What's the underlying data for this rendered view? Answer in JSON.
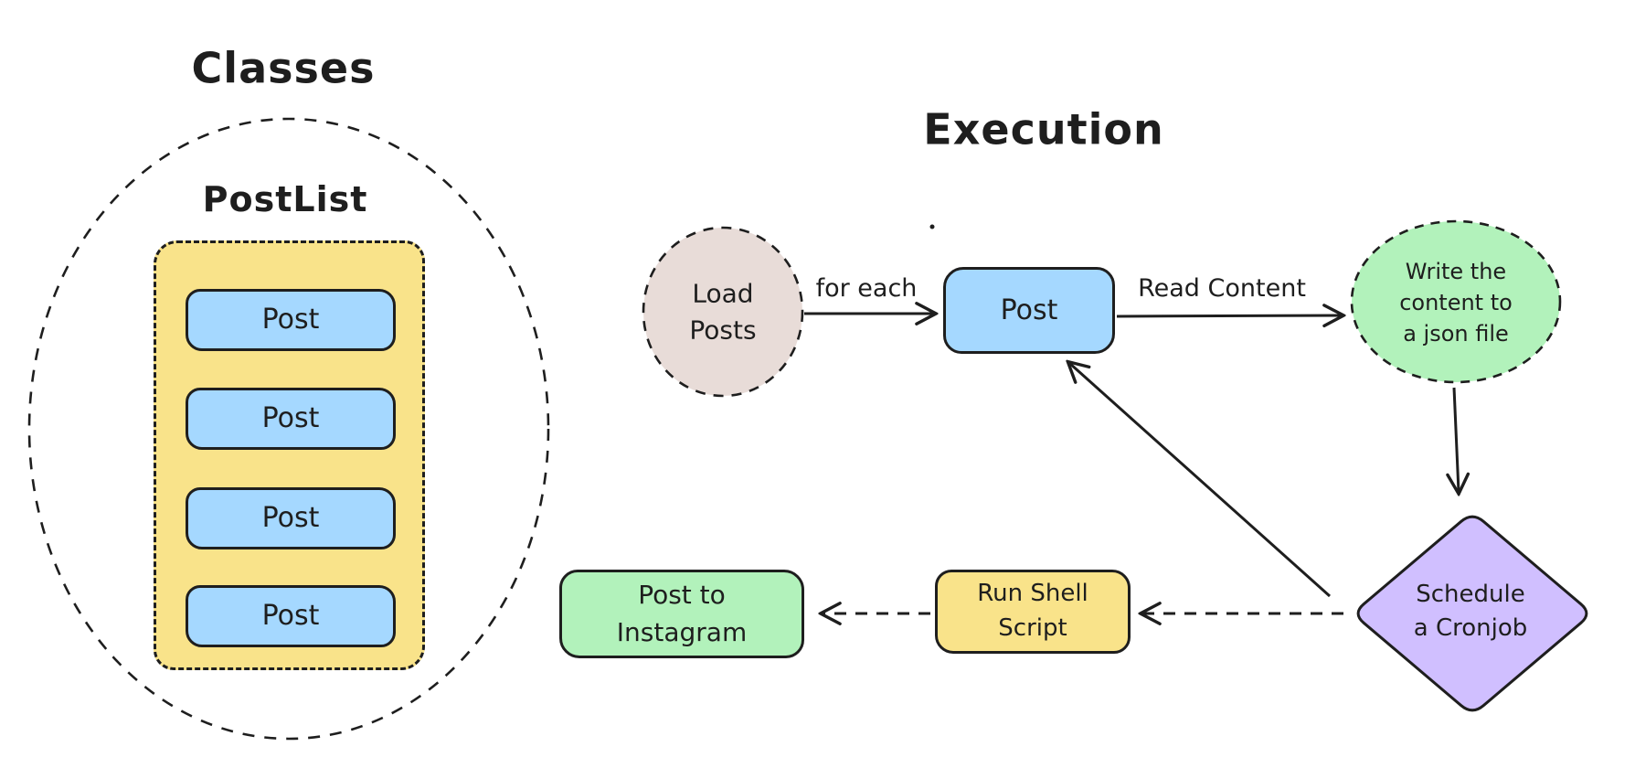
{
  "diagram": {
    "left_section": {
      "title": "Classes",
      "group_label": "PostList",
      "posts": [
        "Post",
        "Post",
        "Post",
        "Post"
      ]
    },
    "right_section": {
      "title": "Execution",
      "nodes": {
        "load_posts": "Load\nPosts",
        "post": "Post",
        "write_json": "Write the\ncontent to\na json file",
        "schedule_cronjob": "Schedule\na Cronjob",
        "run_shell": "Run Shell\nScript",
        "post_instagram": "Post to\nInstagram"
      },
      "edge_labels": {
        "for_each": "for each",
        "read_content": "Read Content"
      }
    },
    "colors": {
      "yellow": "#f9e38a",
      "blue": "#a5d8ff",
      "green": "#b2f2bb",
      "purple": "#d0bfff",
      "beige": "#e8dcd8",
      "stroke": "#1e1e1e"
    }
  }
}
